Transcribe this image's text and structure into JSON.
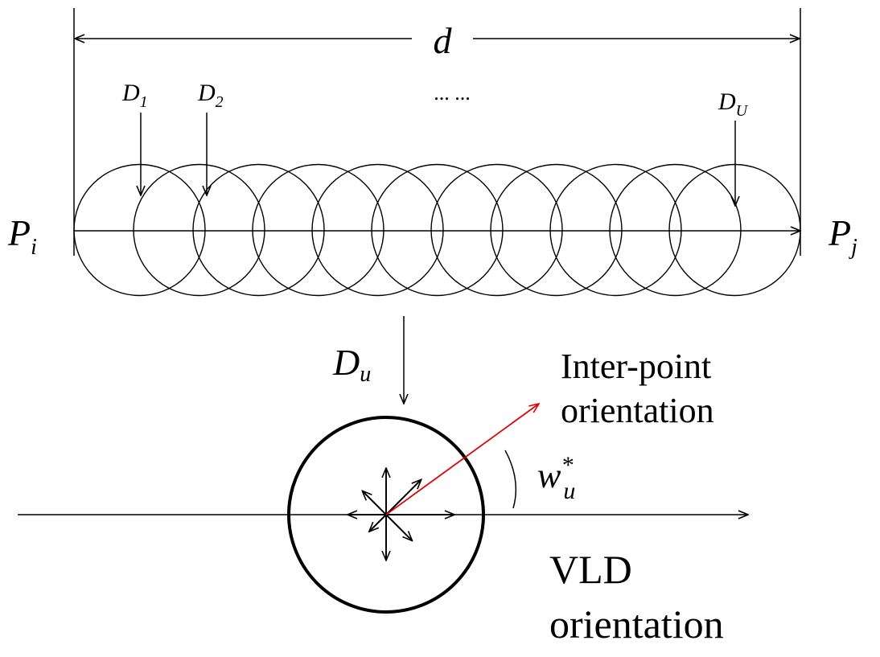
{
  "distance": {
    "symbol": "d"
  },
  "descriptors": {
    "d1": {
      "base": "D",
      "sub": "1"
    },
    "d2": {
      "base": "D",
      "sub": "2"
    },
    "ellipsis": "... ...",
    "dU": {
      "base": "D",
      "sub": "U"
    }
  },
  "points": {
    "pi": {
      "base": "P",
      "sub": "i"
    },
    "pj": {
      "base": "P",
      "sub": "j"
    }
  },
  "descriptor_u": {
    "base": "D",
    "sub": "u"
  },
  "inter_point": {
    "line1": "Inter-point",
    "line2": "orientation"
  },
  "weight": {
    "base": "w",
    "sup": "*",
    "sub": "u"
  },
  "vld": {
    "line1": "VLD",
    "line2": "orientation"
  },
  "colors": {
    "stroke": "#000000",
    "inter_point_arrow": "#e00000"
  },
  "circle_count": 11
}
